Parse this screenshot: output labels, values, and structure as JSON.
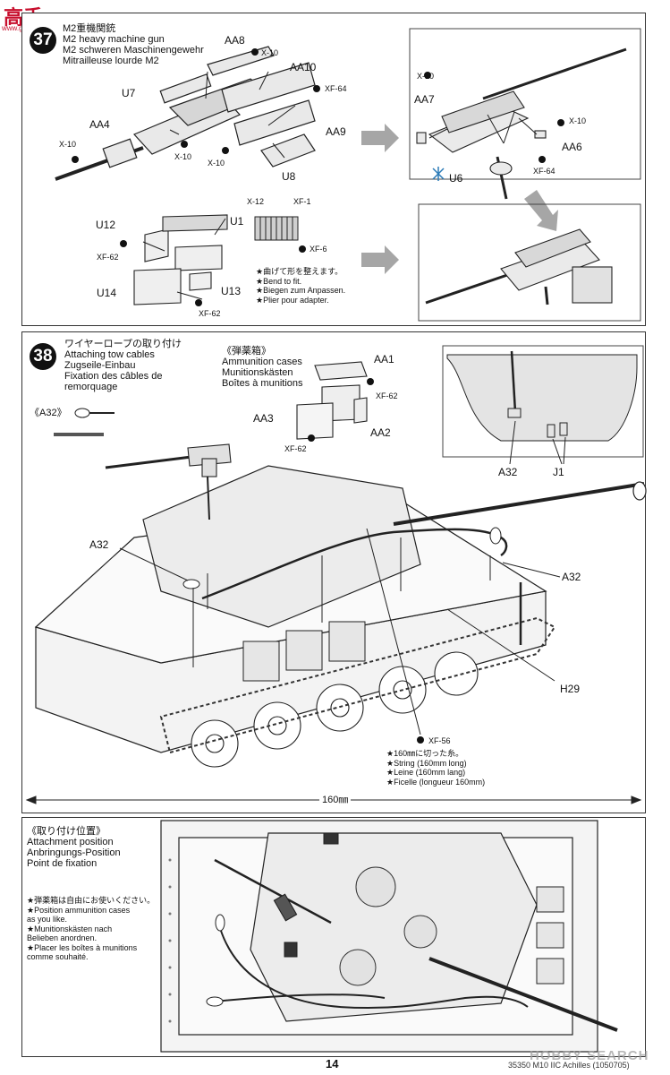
{
  "watermark_top": {
    "logo": "高手",
    "site": "www.gaoshou.com"
  },
  "watermark_bottom": "HOBBY SEARCH",
  "step37": {
    "number": "37",
    "title_jp": "M2重機関銃",
    "title_en": "M2 heavy machine gun",
    "title_de": "M2 schweren Maschinengewehr",
    "title_fr": "Mitrailleuse lourde M2",
    "parts": {
      "aa8": "AA8",
      "aa10": "AA10",
      "u7": "U7",
      "aa4": "AA4",
      "aa9": "AA9",
      "u8": "U8",
      "aa7": "AA7",
      "aa6": "AA6",
      "u6": "U6",
      "u12": "U12",
      "u1": "U1",
      "u14": "U14",
      "u13": "U13"
    },
    "paints": {
      "x10_a": "X-10",
      "x10_b": "X-10",
      "x10_c": "X-10",
      "x10_d": "X-10",
      "xf64_a": "XF-64",
      "x10_e": "X-10",
      "x10_f": "X-10",
      "xf64_b": "XF-64",
      "x12": "X-12",
      "xf1": "XF-1",
      "xf6": "XF-6",
      "xf62_a": "XF-62",
      "xf62_b": "XF-62"
    },
    "bend_note": {
      "jp": "★曲げて形を整えます。",
      "en": "★Bend to fit.",
      "de": "★Biegen zum Anpassen.",
      "fr": "★Plier pour adapter."
    }
  },
  "step38": {
    "number": "38",
    "title_jp": "ワイヤーロープの取り付け",
    "title_en": "Attaching tow cables",
    "title_de": "Zugseile-Einbau",
    "title_fr": "Fixation des câbles de",
    "title_fr2": "remorquage",
    "ammo": {
      "jp": "《弾薬箱》",
      "en": "Ammunition cases",
      "de": "Munitionskästen",
      "fr": "Boîtes à munitions"
    },
    "a32_key": "《A32》",
    "parts": {
      "aa1": "AA1",
      "aa3": "AA3",
      "aa2": "AA2",
      "a32_inset": "A32",
      "j1": "J1",
      "a32_left": "A32",
      "a32_right": "A32",
      "h29": "H29"
    },
    "paints": {
      "xf62_c": "XF-62",
      "xf62_d": "XF-62",
      "xf56": "XF-56"
    },
    "string_note": {
      "jp": "★160㎜に切った糸。",
      "en": "★String (160mm long)",
      "de": "★Leine (160mm lang)",
      "fr": "★Ficelle (longueur 160mm)"
    },
    "dimension": "160㎜"
  },
  "position": {
    "jp": "《取り付け位置》",
    "en": "Attachment position",
    "de": "Anbringungs-Position",
    "fr": "Point de fixation",
    "note_jp": "★弾薬箱は自由にお使いください。",
    "note_en1": "★Position ammunition cases",
    "note_en2": "as you like.",
    "note_de1": "★Munitionskästen nach",
    "note_de2": "Belieben anordnen.",
    "note_fr1": "★Placer les boîtes à munitions",
    "note_fr2": "comme souhaité."
  },
  "footer": {
    "page": "14",
    "code": "35350 M10 IIC Achilles (1050705)"
  }
}
